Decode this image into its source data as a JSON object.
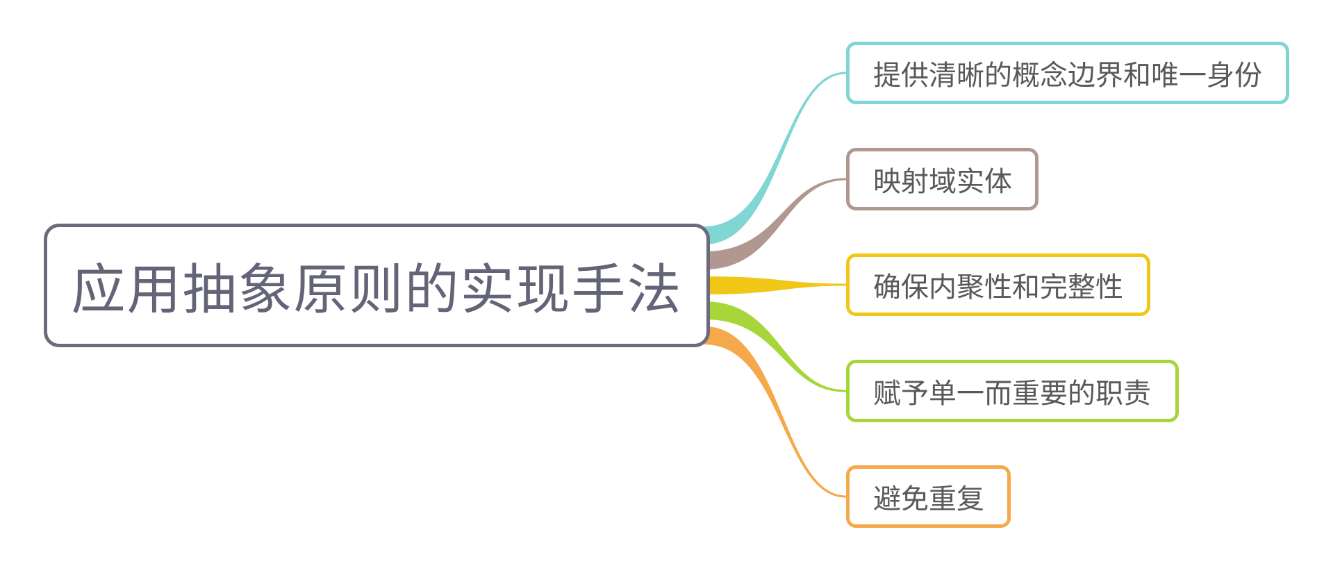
{
  "root": {
    "label": "应用抽象原则的实现手法"
  },
  "branches": [
    {
      "label": "提供清晰的概念边界和唯一身份",
      "color": "#80d6d3"
    },
    {
      "label": "映射域实体",
      "color": "#b09890"
    },
    {
      "label": "确保内聚性和完整性",
      "color": "#f0c617"
    },
    {
      "label": "赋予单一而重要的职责",
      "color": "#a7d63b"
    },
    {
      "label": "避免重复",
      "color": "#f5a94a"
    }
  ]
}
